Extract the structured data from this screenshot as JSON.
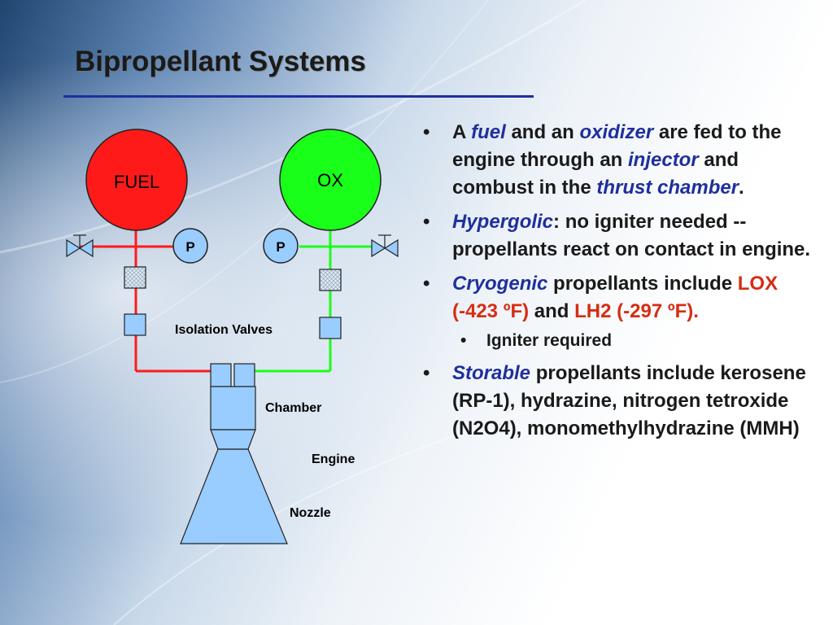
{
  "title": "Bipropellant Systems",
  "diagram": {
    "fuel_tank": "FUEL",
    "ox_tank": "OX",
    "pump_left": "P",
    "pump_right": "P",
    "isolation_valves": "Isolation Valves",
    "chamber": "Chamber",
    "engine": "Engine",
    "nozzle": "Nozzle",
    "colors": {
      "fuel": "#ff1a1a",
      "ox": "#1aff1a",
      "component": "#99ccff"
    }
  },
  "bullets": {
    "b1": {
      "p1": "A ",
      "k1": "fuel",
      "p2": " and an ",
      "k2": "oxidizer",
      "p3": " are fed to the engine through an ",
      "k3": "injector",
      "p4": " and combust in the ",
      "k4": "thrust chamber",
      "p5": "."
    },
    "b2": {
      "k1": "Hypergolic",
      "p1": ": no igniter needed -- propellants react on contact in engine."
    },
    "b3": {
      "k1": "Cryogenic",
      "p1": " propellants include ",
      "h1": "LOX (-423 ºF)",
      "p2": " and ",
      "h2": "LH2 (-297 ºF).",
      "sub": "Igniter required"
    },
    "b4": {
      "k1": "Storable",
      "p1": " propellants include kerosene (RP-1), hydrazine, nitrogen tetroxide (N2O4), monomethylhydrazine (MMH)"
    }
  }
}
